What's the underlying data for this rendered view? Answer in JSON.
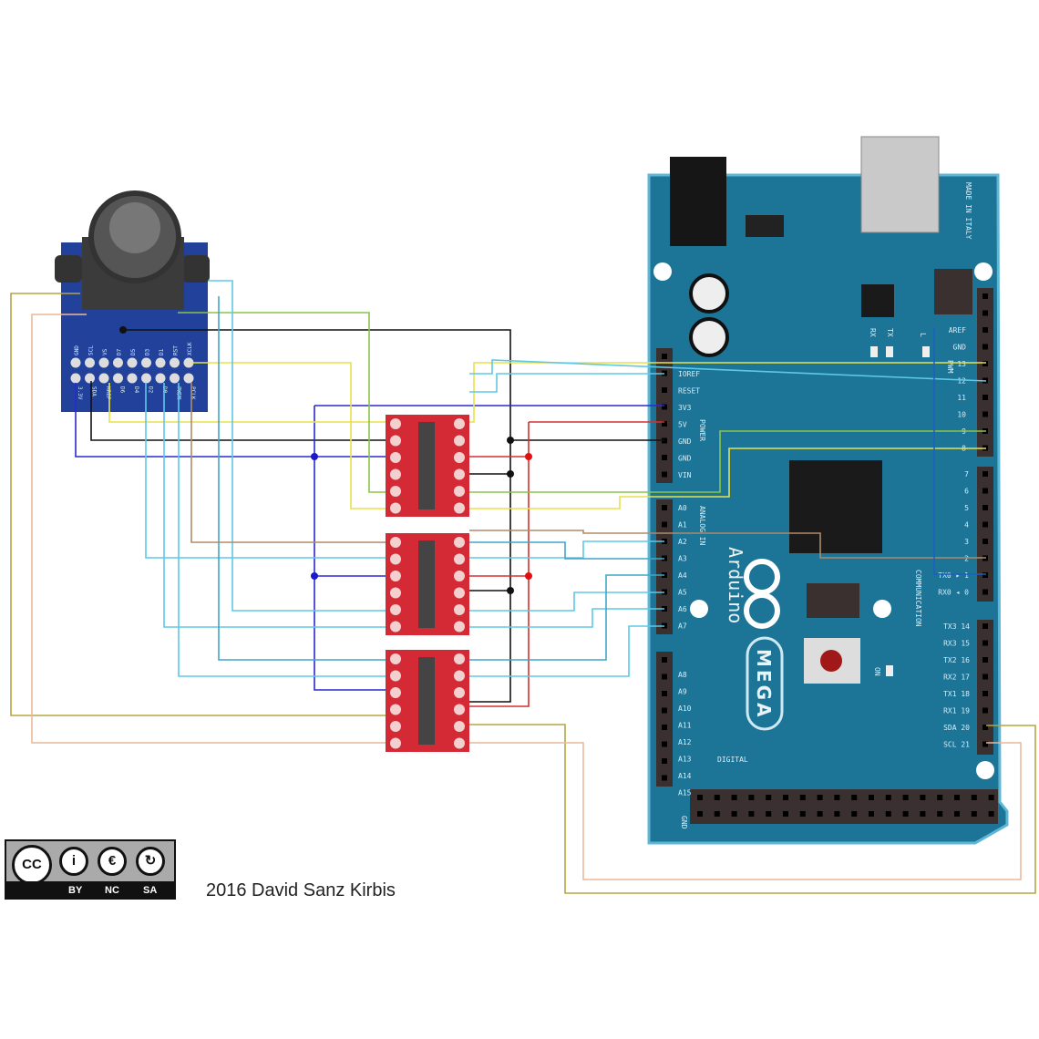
{
  "camera": {
    "pins_top": [
      "GND",
      "SCL",
      "VS",
      "D7",
      "D5",
      "D3",
      "D1",
      "RST",
      "XCLK"
    ],
    "pins_bottom": [
      "3.3V",
      "SDA",
      "HREF",
      "D6",
      "D4",
      "D2",
      "D0",
      "PWDN",
      "PCLK"
    ]
  },
  "arduino": {
    "brand": "Arduino",
    "model": "MEGA",
    "made_in": "MADE IN ITALY",
    "power_header_title": "POWER",
    "power_pins": [
      "IOREF",
      "RESET",
      "3V3",
      "5V",
      "GND",
      "GND",
      "VIN"
    ],
    "analog_title": "ANALOG IN",
    "analog_pins": [
      "A0",
      "A1",
      "A2",
      "A3",
      "A4",
      "A5",
      "A6",
      "A7",
      "A8",
      "A9",
      "A10",
      "A11",
      "A12",
      "A13",
      "A14",
      "A15"
    ],
    "pwm_top_pins": [
      "AREF",
      "GND",
      "13",
      "12",
      "11",
      "10",
      "9",
      "8"
    ],
    "pwm_pins": [
      "7",
      "6",
      "5",
      "4",
      "3",
      "2",
      "TX0 ▸ 1",
      "RX0 ◂ 0"
    ],
    "comm_title": "COMMUNICATION",
    "comm_pins": [
      "TX3 14",
      "RX3 15",
      "TX2 16",
      "RX2 17",
      "TX1 18",
      "RX1 19",
      "SDA 20",
      "SCL 21"
    ],
    "pwm_label": "PWM",
    "digital_title": "DIGITAL",
    "led_labels": [
      "L",
      "TX",
      "RX",
      "ON"
    ],
    "gnd_label": "GND"
  },
  "license": {
    "badge": "CC",
    "terms": [
      "BY",
      "NC",
      "SA"
    ]
  },
  "credit": "2016  David Sanz Kirbis"
}
